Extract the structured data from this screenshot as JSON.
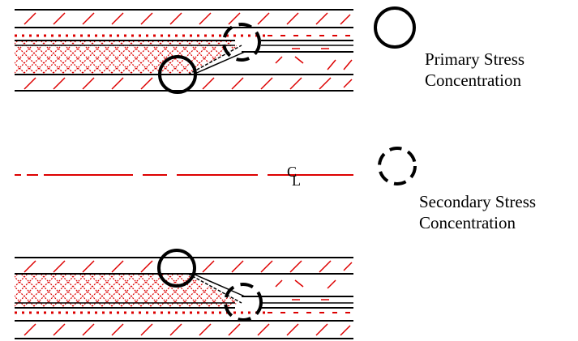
{
  "legend": {
    "primary": {
      "line1": "Primary Stress",
      "line2": "Concentration"
    },
    "secondary": {
      "line1": "Secondary Stress",
      "line2": "Concentration"
    }
  },
  "centerline": {
    "c": "C",
    "l": "L"
  },
  "colors": {
    "line": "#000000",
    "hatch": "#dd0000",
    "centerline": "#dd0000"
  },
  "icons": {
    "primary_marker": "solid-circle-icon",
    "secondary_marker": "dashed-circle-icon"
  }
}
